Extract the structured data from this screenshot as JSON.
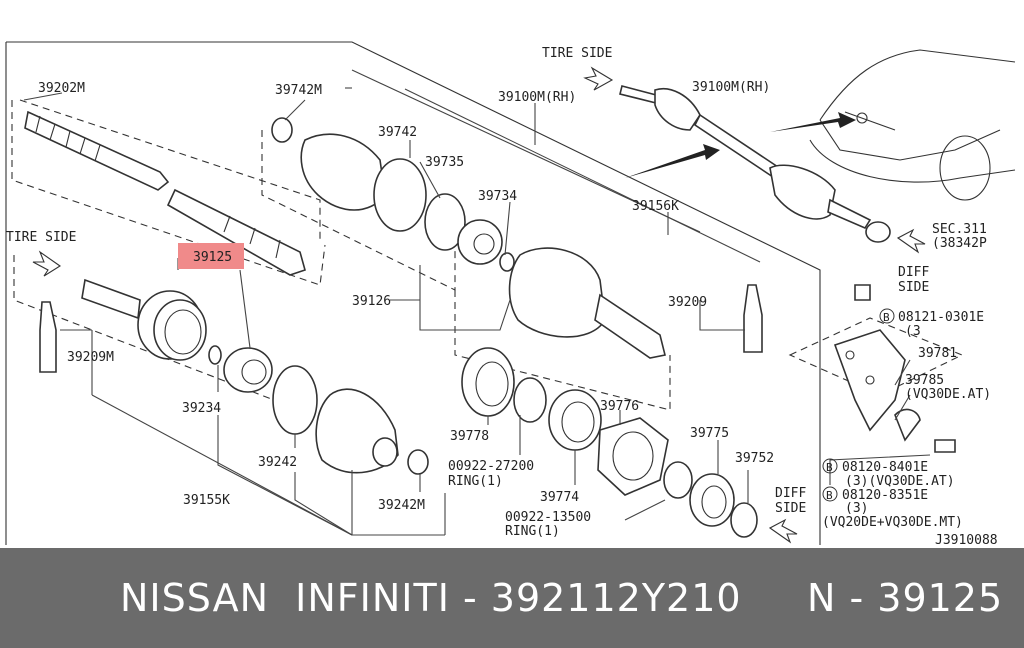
{
  "labels": {
    "p39202m": "39202M",
    "p39742m": "39742M",
    "p39742": "39742",
    "p39735": "39735",
    "p39734": "39734",
    "p39100m_rh_a": "39100M(RH)",
    "p39100m_rh_b": "39100M(RH)",
    "tire_side_top": "TIRE SIDE",
    "tire_side_left": "TIRE SIDE",
    "p39156k": "39156K",
    "p39125": "39125",
    "p39126": "39126",
    "p39209": "39209",
    "p39209m": "39209M",
    "p39234": "39234",
    "p39242": "39242",
    "p39155k": "39155K",
    "p39242m": "39242M",
    "p39778": "39778",
    "p00922_27200": "00922-27200",
    "ring1_a": "RING(1)",
    "p39774": "39774",
    "p39776": "39776",
    "p39775": "39775",
    "p39752": "39752",
    "p00922_13500": "00922-13500",
    "ring1_b": "RING(1)",
    "diff_side_bottom_1": "DIFF",
    "diff_side_bottom_2": "SIDE",
    "diff_side_right_1": "DIFF",
    "diff_side_right_2": "SIDE",
    "sec311": "SEC.311",
    "p38342p": "(38342P",
    "p08121_0301e": "08121-0301E",
    "qty3_a": "(3",
    "p39781": "39781",
    "p39785": "39785",
    "vq30de_at": "(VQ30DE.AT)",
    "p08120_8401e": "08120-8401E",
    "qty3_vq30de_at": "(3)(VQ30DE.AT)",
    "p08120_8351e": "08120-8351E",
    "qty3_b": "(3)",
    "vq20de_vq30de_mt": "(VQ20DE+VQ30DE.MT)",
    "b_mark_1": "B",
    "b_mark_2": "B",
    "b_mark_3": "B",
    "diagram_code": "J3910088"
  },
  "highlight_color": "#f08a8a",
  "banner": {
    "text": "NISSAN  INFINITI - 392112Y210     N - 39125",
    "background": "#6b6b6b",
    "color": "#ffffff"
  }
}
